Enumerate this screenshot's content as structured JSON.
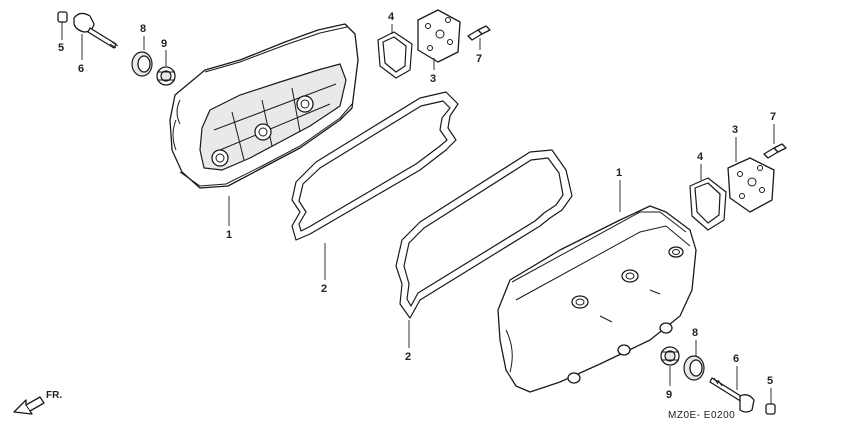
{
  "diagram": {
    "drawing_code": "MZ0E- E0200",
    "direction_label": "FR.",
    "callouts": {
      "left_cover": "1",
      "left_gasket": "2",
      "left_plate": "3",
      "left_plate_gasket": "4",
      "left_nut": "5",
      "left_bolt": "6",
      "left_screw": "7",
      "left_washer": "8",
      "left_grommet": "9",
      "right_cover": "1",
      "right_gasket": "2",
      "right_plate": "3",
      "right_plate_gasket": "4",
      "right_nut": "5",
      "right_bolt": "6",
      "right_screw": "7",
      "right_washer": "8",
      "right_grommet": "9"
    }
  }
}
